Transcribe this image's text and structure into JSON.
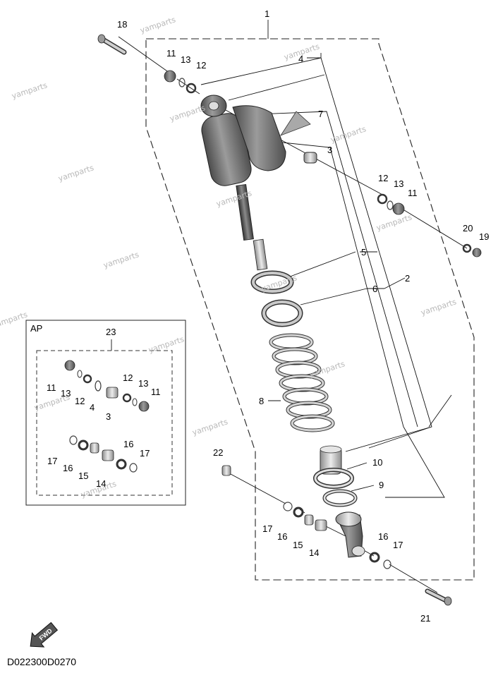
{
  "diagram": {
    "code": "D022300D0270",
    "inset_label": "AP",
    "fwd_label": "FWD",
    "watermark": "yamparts",
    "callouts": {
      "c1": "1",
      "c2": "2",
      "c3": "3",
      "c4": "4",
      "c5": "5",
      "c6": "6",
      "c7": "7",
      "c8": "8",
      "c9": "9",
      "c10": "10",
      "c11a": "11",
      "c11b": "11",
      "c12a": "12",
      "c12b": "12",
      "c13a": "13",
      "c13b": "13",
      "c14": "14",
      "c15": "15",
      "c16a": "16",
      "c16b": "16",
      "c17a": "17",
      "c17b": "17",
      "c18": "18",
      "c19": "19",
      "c20": "20",
      "c21": "21",
      "c22": "22",
      "c23": "23",
      "i11a": "11",
      "i13a": "13",
      "i12a": "12",
      "i4": "4",
      "i3": "3",
      "i12b": "12",
      "i13b": "13",
      "i11b": "11",
      "i17a": "17",
      "i16a": "16",
      "i15": "15",
      "i14": "14",
      "i16b": "16",
      "i17b": "17"
    }
  }
}
